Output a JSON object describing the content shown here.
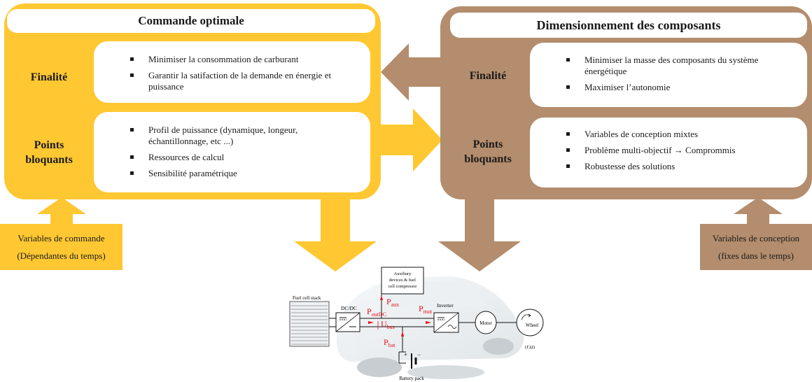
{
  "left_panel": {
    "title": "Commande optimale",
    "finalite_label": "Finalité",
    "points_label_1": "Points",
    "points_label_2": "bloquants",
    "finalite_items": [
      "Minimiser la consommation de carburant",
      "Garantir la satifaction de la demande en énergie et puissance"
    ],
    "points_items": [
      "Profil de puissance (dynamique, longeur, échantillonnage, etc ...)",
      "Ressources de calcul",
      "Sensibilité paramétrique"
    ],
    "variables_line1": "Variables de commande",
    "variables_line2": "(Dépendantes du temps)"
  },
  "right_panel": {
    "title": "Dimensionnement des composants",
    "finalite_label": "Finalité",
    "points_label_1": "Points",
    "points_label_2": "bloquants",
    "finalite_items": [
      "Minimiser la masse des composants du système énergétique",
      "Maximiser l’autonomie"
    ],
    "points_items": [
      "Variables de conception mixtes",
      "Problème multi-objectif → Comprommis",
      "Robustesse des solutions"
    ],
    "variables_line1": "Variables de conception",
    "variables_line2": "(fixes dans le temps)"
  },
  "diagram": {
    "fuel_cell": "Fuel cell stack",
    "dcdc": "DC/DC",
    "aux_line1": "Auxiliary",
    "aux_line2": "devices & fuel",
    "aux_line3": "cell compressor",
    "inverter": "Inverter",
    "motor": "Motor",
    "wheel": "Wheel",
    "torque": "(Γ,Ω)",
    "battery": "Battery pack",
    "p_outdc": "P",
    "p_outdc_sub": "outDC",
    "p_aux": "P",
    "p_aux_sub": "aux",
    "p_mot": "P",
    "p_mot_sub": "mot",
    "u_bus": "U",
    "u_bus_sub": "bus",
    "p_bat": "P",
    "p_bat_sub": "bat",
    "plus": "+",
    "minus": "−"
  },
  "colors": {
    "yellow": "#ffc832",
    "brown": "#b38d6d",
    "power_red": "#e8101a"
  }
}
